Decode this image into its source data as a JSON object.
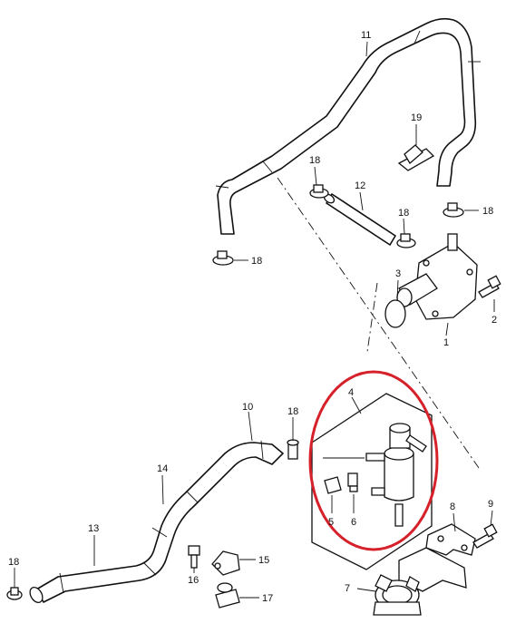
{
  "diagram": {
    "labels": {
      "p1": "1",
      "p2": "2",
      "p3": "3",
      "p4": "4",
      "p5": "5",
      "p6": "6",
      "p7": "7",
      "p8": "8",
      "p9": "9",
      "p10": "10",
      "p11": "11",
      "p12": "12",
      "p13": "13",
      "p14": "14",
      "p15": "15",
      "p16": "16",
      "p17": "17",
      "p18a": "18",
      "p18b": "18",
      "p18c": "18",
      "p18d": "18",
      "p18e": "18",
      "p18f": "18",
      "p19": "19"
    },
    "highlight_color": "#d6202a",
    "line_color": "#111111"
  }
}
